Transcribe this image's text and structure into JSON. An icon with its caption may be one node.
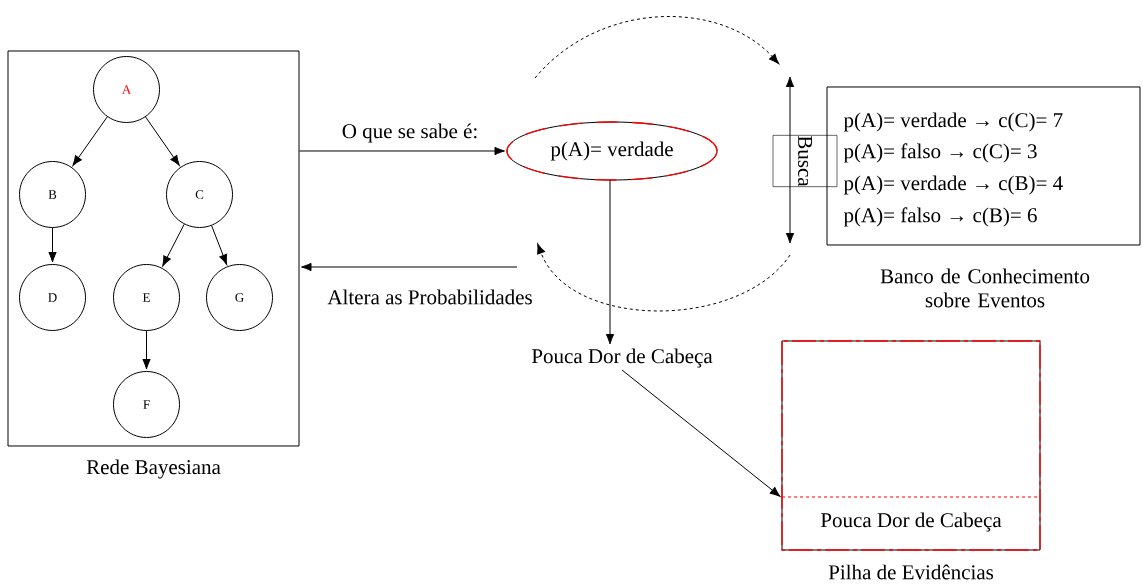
{
  "diagram": {
    "nodes": [
      {
        "text": [
          "Rede Bayesiana"
        ]
      },
      {
        "text": [
          "A"
        ],
        "in": 0
      },
      {
        "text": [
          "B"
        ],
        "in": 0
      },
      {
        "text": [
          "C"
        ],
        "in": 0
      },
      {
        "text": [
          "D"
        ],
        "in": 0
      },
      {
        "text": [
          "E"
        ],
        "in": 0
      },
      {
        "text": [
          "F"
        ],
        "in": 0
      },
      {
        "text": [
          "G"
        ],
        "in": 0
      },
      {
        "text": [
          "p(A)= verdade"
        ]
      },
      {
        "text": [
          "Busca"
        ]
      },
      {
        "text": [
          "p(A)= verdade → c(C)= 7",
          "p(A)= falso → c(C)= 3",
          "p(A)= verdade → c(B)= 4",
          "p(A)= falso → c(B)= 6",
          "Banco de Conhecimento sobre Eventos"
        ]
      },
      {
        "text": [
          "Pouca Dor de Cabeça"
        ]
      },
      {
        "text": [
          "Pouca Dor de Cabeça",
          "Pilha de Evidências"
        ]
      }
    ],
    "edges": [
      {
        "from": 1,
        "to": 2,
        "arrow": "to"
      },
      {
        "from": 1,
        "to": 3,
        "arrow": "to"
      },
      {
        "from": 2,
        "to": 4,
        "arrow": "to"
      },
      {
        "from": 3,
        "to": 5,
        "arrow": "to"
      },
      {
        "from": 3,
        "to": 7,
        "arrow": "to"
      },
      {
        "from": 5,
        "to": 6,
        "arrow": "to"
      },
      {
        "from": 0,
        "to": 8,
        "arrow": "to",
        "label": "O que se sabe é:"
      },
      {
        "from": null,
        "to": 0,
        "arrow": "to",
        "label": "Altera as Probabilidades"
      },
      {
        "from": 8,
        "to": 11,
        "arrow": "to"
      },
      {
        "from": 11,
        "to": 12,
        "arrow": "to"
      }
    ]
  }
}
